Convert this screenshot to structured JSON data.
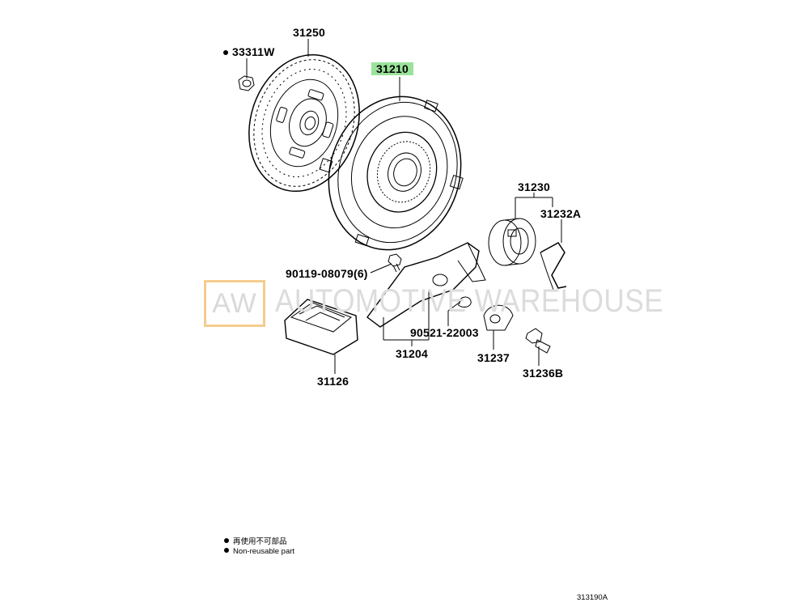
{
  "parts": {
    "p33311w": "33311W",
    "p31250": "31250",
    "p31210": "31210",
    "p31230": "31230",
    "p31232a": "31232A",
    "p90119": "90119-08079(6)",
    "p90521": "90521-22003",
    "p31204": "31204",
    "p31237": "31237",
    "p31236b": "31236B",
    "p31126": "31126"
  },
  "highlight_color": "#9be39b",
  "legend": {
    "line1": "再使用不可部品",
    "line2": "Non-reusable part"
  },
  "figure_code": "313190A",
  "watermark": {
    "logo": "AW",
    "text": "AUTOMOTIVE WAREHOUSE"
  }
}
